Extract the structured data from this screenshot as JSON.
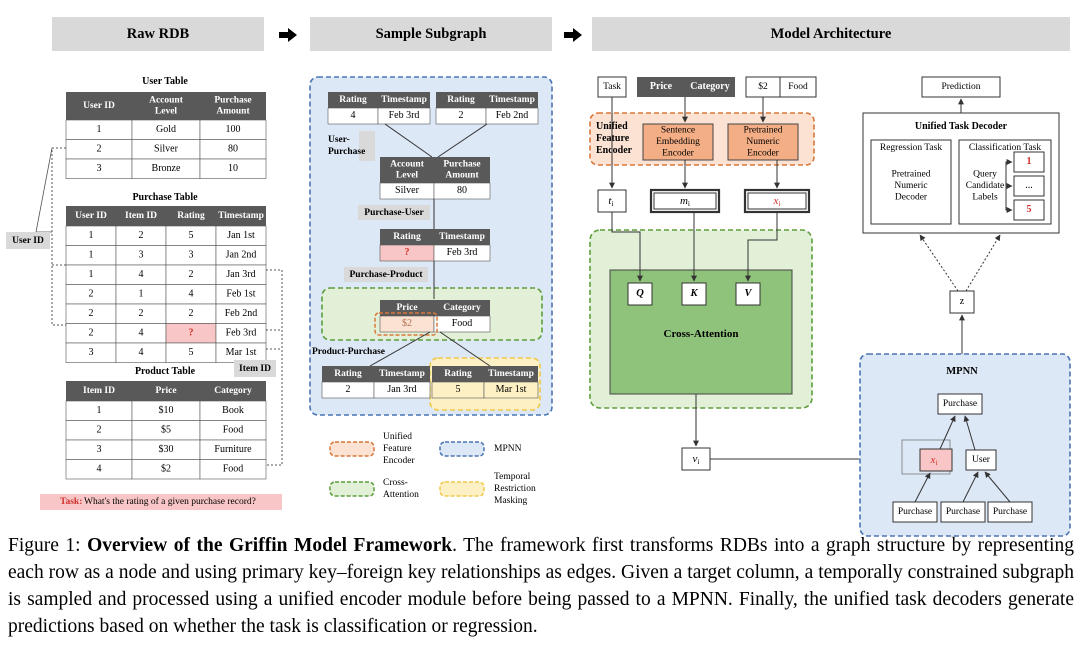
{
  "sections": {
    "raw_rdb": "Raw RDB",
    "sample_subgraph": "Sample Subgraph",
    "model_architecture": "Model Architecture"
  },
  "user_table": {
    "title": "User Table",
    "headers": [
      "User ID",
      "Account Level",
      "Purchase Amount"
    ],
    "rows": [
      [
        "1",
        "Gold",
        "100"
      ],
      [
        "2",
        "Silver",
        "80"
      ],
      [
        "3",
        "Bronze",
        "10"
      ]
    ]
  },
  "purchase_table": {
    "title": "Purchase Table",
    "headers": [
      "User ID",
      "Item ID",
      "Rating",
      "Timestamp"
    ],
    "rows": [
      [
        "1",
        "2",
        "5",
        "Jan 1st"
      ],
      [
        "1",
        "3",
        "3",
        "Jan 2nd"
      ],
      [
        "1",
        "4",
        "2",
        "Jan 3rd"
      ],
      [
        "2",
        "1",
        "4",
        "Feb 1st"
      ],
      [
        "2",
        "2",
        "2",
        "Feb 2nd"
      ],
      [
        "2",
        "4",
        "?",
        "Feb 3rd"
      ],
      [
        "3",
        "4",
        "5",
        "Mar 1st"
      ]
    ]
  },
  "product_table": {
    "title": "Product Table",
    "headers": [
      "Item ID",
      "Price",
      "Category"
    ],
    "rows": [
      [
        "1",
        "$10",
        "Book"
      ],
      [
        "2",
        "$5",
        "Food"
      ],
      [
        "3",
        "$30",
        "Furniture"
      ],
      [
        "4",
        "$2",
        "Food"
      ]
    ]
  },
  "fk_labels": {
    "user_id": "User ID",
    "item_id": "Item ID"
  },
  "task": {
    "label": "Task:",
    "text": "What's the rating of a given purchase record?"
  },
  "subgraph": {
    "rating_header": "Rating",
    "timestamp_header": "Timestamp",
    "top_left": [
      "4",
      "Feb 3rd"
    ],
    "top_right": [
      "2",
      "Feb 2nd"
    ],
    "user_purchase": "User-Purchase",
    "account_level": "Account Level",
    "purchase_amount": "Purchase Amount",
    "user_values": [
      "Silver",
      "80"
    ],
    "purchase_user": "Purchase-User",
    "target": [
      "?",
      "Feb 3rd"
    ],
    "purchase_product": "Purchase-Product",
    "price_header": "Price",
    "category_header": "Category",
    "product_values": [
      "$2",
      "Food"
    ],
    "product_purchase": "Product-Purchase",
    "bottom_left": [
      "2",
      "Jan 3rd"
    ],
    "bottom_right": [
      "5",
      "Mar 1st"
    ]
  },
  "legend": {
    "unified_feature_encoder": "Unified Feature Encoder",
    "mpnn": "MPNN",
    "cross_attention": "Cross-Attention",
    "temporal_restriction_masking": "Temporal Restriction Masking"
  },
  "model": {
    "task_box": "Task",
    "price": "Price",
    "category": "Category",
    "price_value": "$2",
    "category_value": "Food",
    "ufe_label": "Unified Feature Encoder",
    "sentence_encoder": "Sentence Embedding Encoder",
    "numeric_encoder": "Pretrained Numeric Encoder",
    "t_label": "t",
    "m_label": "m",
    "x_label": "x",
    "subscript": "i",
    "q": "Q",
    "k": "K",
    "v": "V",
    "cross_attention": "Cross-Attention",
    "v_label": "v",
    "prediction": "Prediction",
    "decoder_title": "Unified Task Decoder",
    "regression_task": "Regression Task",
    "classification_task": "Classification Task",
    "numeric_decoder": "Pretrained Numeric Decoder",
    "query_labels": "Query Candidate Labels",
    "label_1": "1",
    "label_dots": "...",
    "label_5": "5",
    "z": "z",
    "mpnn_title": "MPNN",
    "purchase": "Purchase",
    "user": "User"
  },
  "caption": {
    "figure": "Figure 1:",
    "title": "Overview of the Griffin Model Framework",
    "body": ". The framework first transforms RDBs into a graph structure by representing each row as a node and using primary key–foreign key relationships as edges. Given a target column, a temporally constrained subgraph is sampled and processed using a unified encoder module before being passed to a MPNN. Finally, the unified task decoders generate predictions based on whether the task is classification or regression."
  },
  "colors": {
    "header_gray": "#d9d9d9",
    "table_header": "#595959",
    "blue_fill": "#dde8f6",
    "blue_border": "#4a76b3",
    "green_fill": "#e3f0d8",
    "green_border": "#5c9e3c",
    "green_box": "#8fc27a",
    "orange_fill": "#fbe2d2",
    "orange_border": "#d9773a",
    "orange_box": "#f4ae85",
    "yellow_fill": "#fdf0c4",
    "yellow_border": "#f0c84a",
    "pink": "#f8c6c6",
    "red": "#d0302b"
  }
}
